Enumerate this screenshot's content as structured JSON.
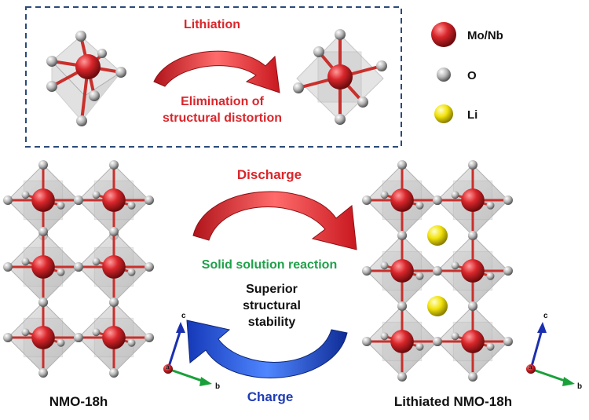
{
  "inset": {
    "top_label": "Lithiation",
    "bottom_label_line1": "Elimination  of",
    "bottom_label_line2": "structural distortion"
  },
  "legend": [
    {
      "label": "Mo/Nb",
      "color": "#d9262b"
    },
    {
      "label": "O",
      "color": "#9a9a9a"
    },
    {
      "label": "Li",
      "color": "#f2e20a"
    }
  ],
  "main": {
    "discharge": "Discharge",
    "reaction": "Solid solution reaction",
    "stability_line1": "Superior",
    "stability_line2": "structural",
    "stability_line3": "stability",
    "charge": "Charge",
    "left_caption": "NMO-18h",
    "right_caption": "Lithiated NMO-18h"
  },
  "axes": {
    "c": "c",
    "b": "b",
    "a": "a"
  },
  "colors": {
    "arrow_red": "#d9262b",
    "arrow_blue": "#1f4fd8",
    "dash": "#2b4a7a"
  }
}
